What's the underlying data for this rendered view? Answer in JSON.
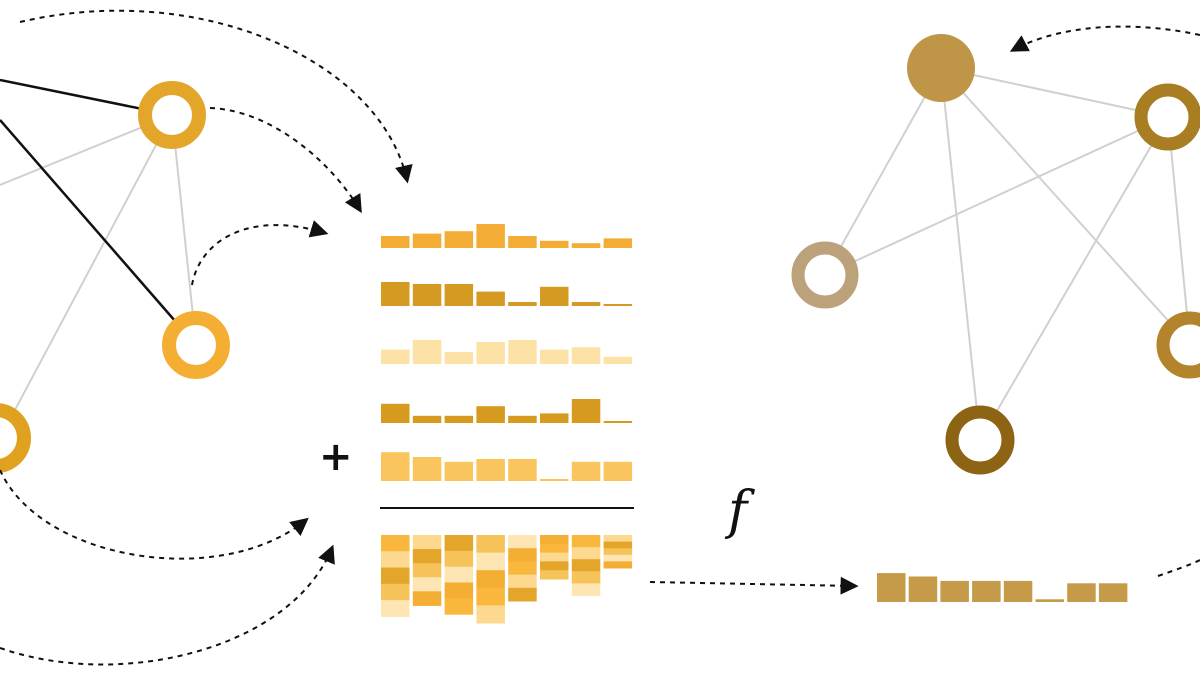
{
  "symbols": {
    "plus": "+",
    "function": "f"
  },
  "colors": {
    "background": "#ffffff",
    "edge_light": "#d0d0d0",
    "edge_strong": "#111111",
    "arrow": "#111111",
    "node_gold": "#e3a52a",
    "node_orange": "#f4ae33",
    "node_amber": "#e0a11f",
    "bar_series": [
      "#f3ad34",
      "#d59a22",
      "#fde2a6",
      "#d69a1f",
      "#fbc55e"
    ],
    "aggregated_shades": [
      "#f9b83d",
      "#fcd98f",
      "#e3a52a",
      "#f6c25a",
      "#fde6b4",
      "#f4ae33"
    ],
    "output_bars": "#c59a48",
    "out_node_filled": "#bf9548",
    "out_node_dark_ring": "#a97d22",
    "out_node_tan_ring": "#bba27a",
    "out_node_bronze_ring": "#b3842c",
    "out_node_brown_ring": "#8c6413"
  },
  "feature_rows": [
    {
      "values": [
        0.3,
        0.36,
        0.42,
        0.6,
        0.3,
        0.18,
        0.12,
        0.24
      ]
    },
    {
      "values": [
        0.6,
        0.55,
        0.55,
        0.36,
        0.1,
        0.48,
        0.1,
        0.05
      ]
    },
    {
      "values": [
        0.36,
        0.6,
        0.3,
        0.55,
        0.6,
        0.36,
        0.42,
        0.18
      ]
    },
    {
      "values": [
        0.48,
        0.18,
        0.18,
        0.42,
        0.18,
        0.24,
        0.6,
        0.05
      ]
    },
    {
      "values": [
        0.72,
        0.6,
        0.48,
        0.55,
        0.55,
        0.05,
        0.48,
        0.48
      ]
    }
  ],
  "aggregated_depth": [
    0.74,
    0.64,
    0.72,
    0.8,
    0.6,
    0.4,
    0.55,
    0.3
  ],
  "output_values": [
    0.85,
    0.75,
    0.62,
    0.62,
    0.62,
    0.08,
    0.55,
    0.55
  ]
}
